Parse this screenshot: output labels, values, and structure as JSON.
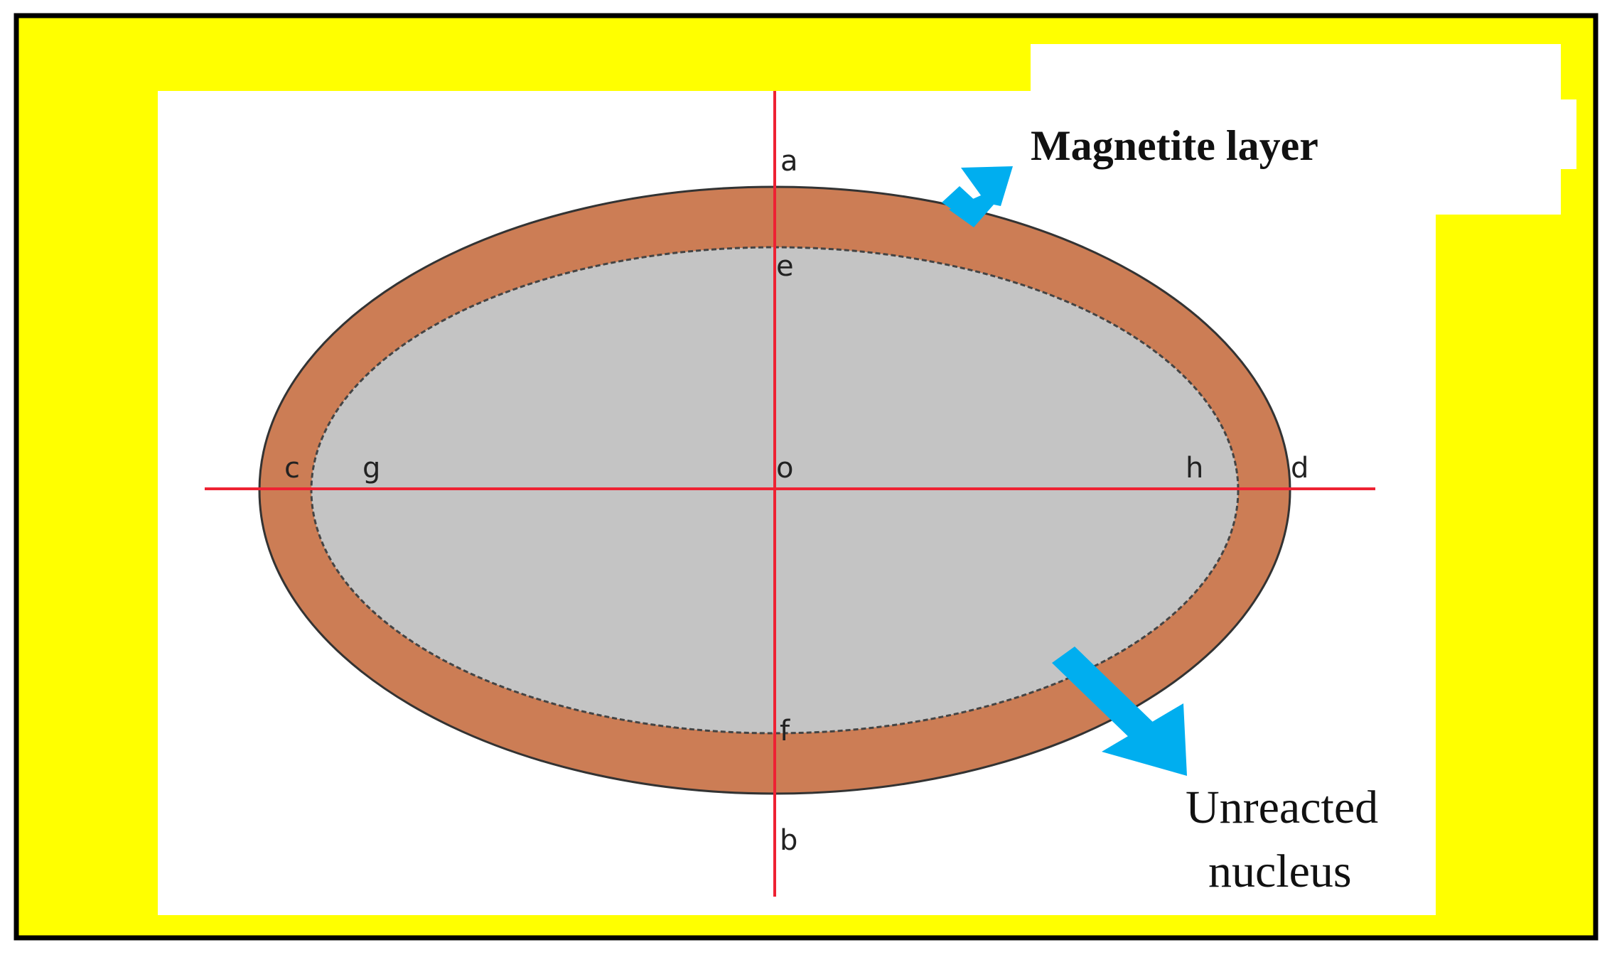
{
  "figure": {
    "colors": {
      "frame_border": "#000000",
      "frame_background": "#ffff00",
      "panel_background": "#ffffff",
      "magnetite_layer": "#cc7d55",
      "unreacted_nucleus": "#c4c4c4",
      "axis_lines": "#ee2233",
      "arrows": "#00aeef",
      "outline": "#333333"
    },
    "point_labels": {
      "a": "a",
      "b": "b",
      "c": "c",
      "d": "d",
      "e": "e",
      "f": "f",
      "g": "g",
      "h": "h",
      "o": "o"
    },
    "callouts": {
      "magnetite_layer": "Magnetite layer",
      "unreacted_nucleus_line1": "Unreacted",
      "unreacted_nucleus_line2": "nucleus"
    },
    "icons": {
      "magnetite_arrow": "arrow-up-right-icon",
      "nucleus_arrow": "arrow-down-right-icon"
    }
  }
}
